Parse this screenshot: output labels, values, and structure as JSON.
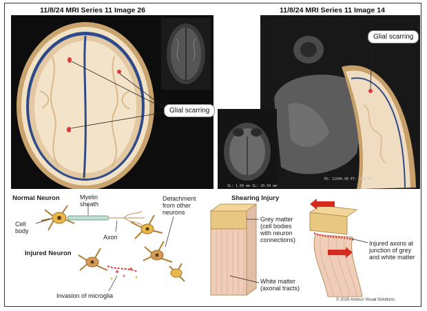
{
  "mri_left": {
    "title": "11/8/24 MRI Series 11 Image 26"
  },
  "mri_right": {
    "title": "11/8/24 MRI Series 11 Image 14"
  },
  "callouts": {
    "glial_left": "Glial scarring",
    "glial_right": "Glial scarring"
  },
  "scan_readout": {
    "line1": "SL: 1.00 mm  SL: 20.94 mm",
    "line2": "TR: 11000.00  ET: 160.00"
  },
  "neuron": {
    "normal_heading": "Normal Neuron",
    "myelin": "Myelin\nsheath",
    "cell_body": "Cell\nbody",
    "axon": "Axon",
    "detachment": "Detachment\nfrom other\nneurons",
    "injured_heading": "Injured Neuron",
    "microglia": "Invasion of microglia"
  },
  "shearing": {
    "heading": "Shearing Injury",
    "grey_matter": "Grey matter\n(cell bodies\nwith neuron\nconnections)",
    "white_matter": "White matter\n(axonal tracts)",
    "injured_axons": "Injured axons at\njunction of grey\nand white matter"
  },
  "copyright": "© 2025 Amicus Visual Solutions",
  "colors": {
    "tissue": "#f0dcc0",
    "membrane": "#2d4a8a",
    "grey_matter": "#e8c880",
    "scar": "#d93a3a",
    "arrow": "#d42b1e"
  }
}
